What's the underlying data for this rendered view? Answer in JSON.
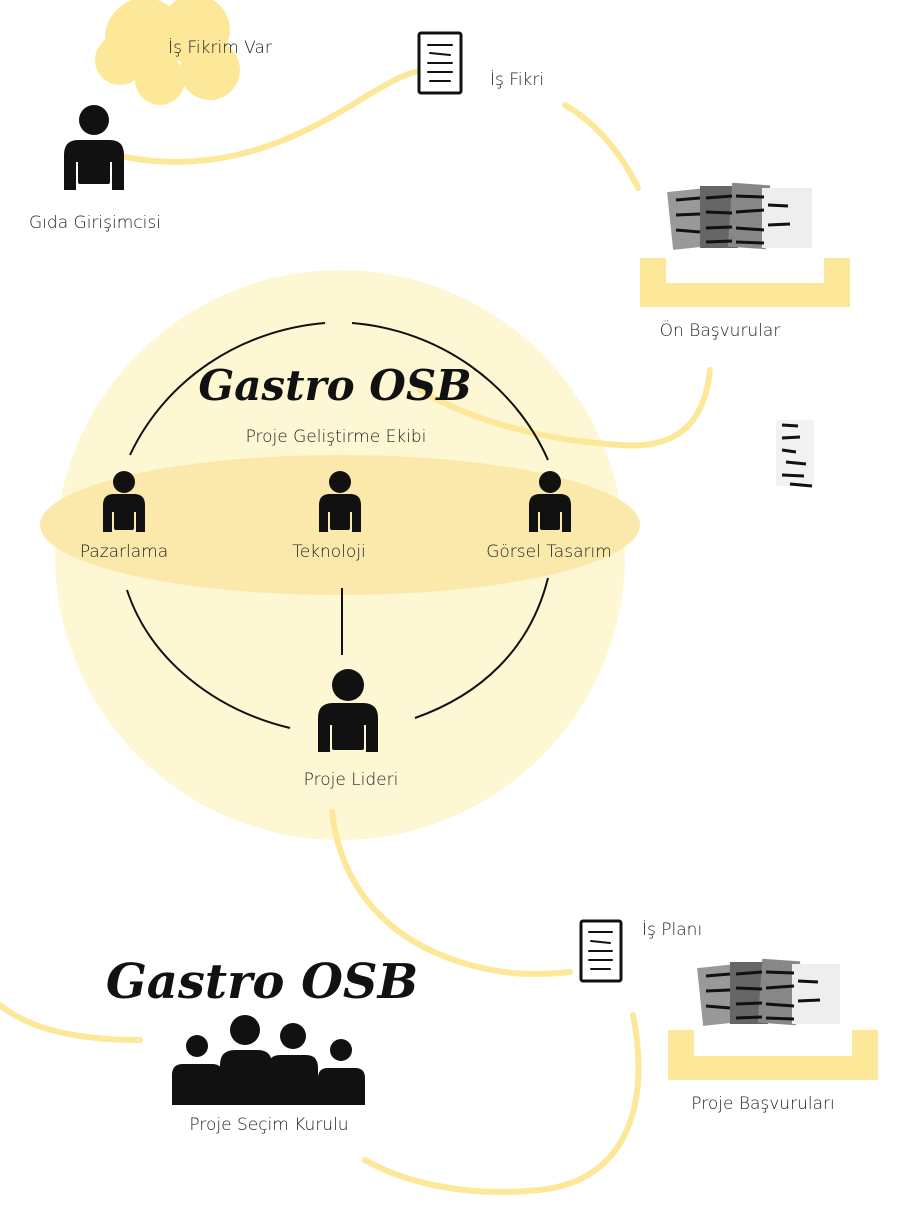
{
  "nodes": {
    "entrepreneur": {
      "label": "Gıda Girişimcisi"
    },
    "idea_cloud": {
      "label": "İş Fikrim Var"
    },
    "idea_doc": {
      "label": "İş Fikri"
    },
    "pre_applications": {
      "label": "Ön Başvurular"
    },
    "team": {
      "brand": "Gastro OSB",
      "subtitle": "Proje Geliştirme Ekibi",
      "members": [
        {
          "label": "Pazarlama"
        },
        {
          "label": "Teknoloji"
        },
        {
          "label": "Görsel Tasarım"
        }
      ],
      "leader": {
        "label": "Proje Lideri"
      }
    },
    "business_plan": {
      "label": "İş Planı"
    },
    "project_applications": {
      "label": "Proje Başvuruları"
    },
    "committee": {
      "brand": "Gastro OSB",
      "label": "Proje Seçim Kurulu"
    }
  },
  "colors": {
    "accent": "#fde89a",
    "halo": "#fef7d3",
    "band": "#fbe7a8",
    "ink": "#111111"
  }
}
